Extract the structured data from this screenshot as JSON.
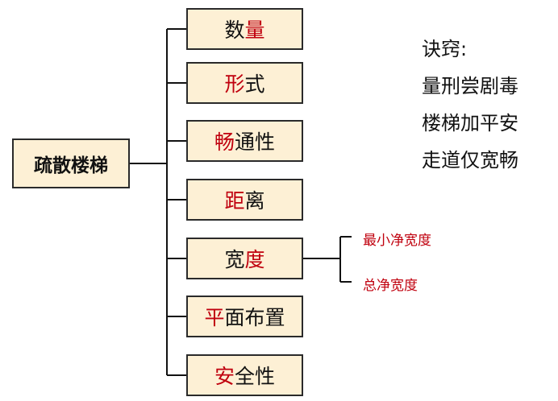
{
  "root": {
    "label": "疏散楼梯"
  },
  "branches": [
    {
      "hl": "量",
      "hl_first": false,
      "rest": "数"
    },
    {
      "hl": "形",
      "hl_first": true,
      "rest": "式"
    },
    {
      "hl": "畅",
      "hl_first": true,
      "rest": "通性"
    },
    {
      "hl": "距",
      "hl_first": true,
      "rest": "离"
    },
    {
      "hl": "度",
      "hl_first": false,
      "rest": "宽"
    },
    {
      "hl": "平",
      "hl_first": true,
      "rest": "面布置"
    },
    {
      "hl": "安",
      "hl_first": true,
      "rest": "全性"
    }
  ],
  "width_subitems": [
    "最小净宽度",
    "总净宽度"
  ],
  "mnemonic": {
    "title": "诀窍:",
    "lines": [
      "量刑尝剧毒",
      "楼梯加平安",
      "走道仅宽畅"
    ]
  },
  "colors": {
    "highlight": "#c0000e",
    "box_fill": "#fdf0d5",
    "line": "#111111"
  }
}
